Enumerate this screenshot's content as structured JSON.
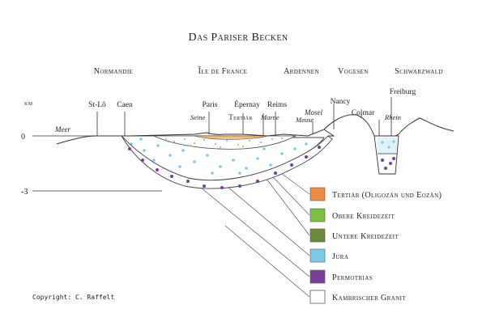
{
  "title": "Das Pariser Becken",
  "regions": {
    "normandie": "Normandie",
    "ile_de_france": "Île de France",
    "ardennen": "Ardennen",
    "vogesen": "Vogesen",
    "schwarzwald": "Schwarzwald"
  },
  "places": {
    "st_lo": "St-Lô",
    "caen": "Caen",
    "paris": "Paris",
    "epernay": "Épernay",
    "reims": "Reims",
    "nancy": "Nancy",
    "colmar": "Colmar",
    "freiburg": "Freiburg",
    "tertiar_center": "Tertiär"
  },
  "waters": {
    "meer": "Meer",
    "seine": "Seine",
    "marne": "Marne",
    "mosel": "Mosel",
    "meuse": "Meuse",
    "rhein": "Rhein"
  },
  "depth_axis": {
    "unit": "km",
    "zero": "0",
    "minus3": "-3"
  },
  "legend": [
    {
      "label": "Tertiär (Oligozän und Eozän)",
      "color": "#f08a3c"
    },
    {
      "label": "Obere Kreidezeit",
      "color": "#7cc242"
    },
    {
      "label": "Untere Kreidezeit",
      "color": "#6b8a3a"
    },
    {
      "label": "Jura",
      "color": "#7ec8ec"
    },
    {
      "label": "Permotrias",
      "color": "#7a3e9a"
    },
    {
      "label": "Kambrischer Granit",
      "color": "#ffffff"
    }
  ],
  "copyright": "Copyright: C. Raffelt"
}
